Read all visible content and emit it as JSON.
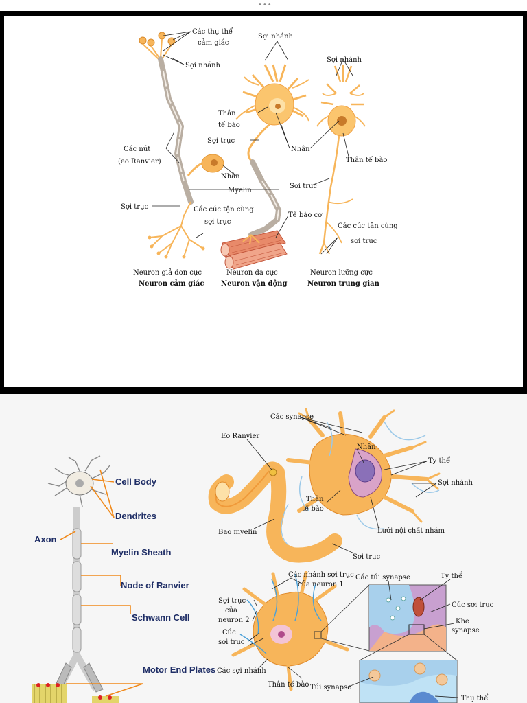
{
  "panel1": {
    "labels": {
      "sensory_receptors_1": "Các thụ thể",
      "sensory_receptors_2": "cảm giác",
      "dendrite_left": "Sợi nhánh",
      "nodes_1": "Các nút",
      "nodes_2": "(eo Ranvier)",
      "nucleus_left": "Nhân",
      "myelin": "Myelin",
      "axon_left": "Sợi trục",
      "terminals_mid_1": "Các cúc tận cùng",
      "terminals_mid_2": "sợi trục",
      "dendrite_mid": "Sợi nhánh",
      "cell_body_mid_1": "Thân",
      "cell_body_mid_2": "tế bào",
      "axon_mid": "Sợi trục",
      "nucleus_mid": "Nhân",
      "muscle_cell": "Tế bào cơ",
      "dendrite_right": "Sợi nhánh",
      "cell_body_right": "Thân tế bào",
      "axon_right": "Sợi trục",
      "terminals_right_1": "Các cúc tận cùng",
      "terminals_right_2": "sợi trục"
    },
    "captions": [
      {
        "type": "Neuron giả đơn cực",
        "role": "Neuron cảm giác"
      },
      {
        "type": "Neuron đa cực",
        "role": "Neuron vận động"
      },
      {
        "type": "Neuron lưỡng cực",
        "role": "Neuron trung gian"
      }
    ]
  },
  "panel2": {
    "english_labels": {
      "cell_body": "Cell Body",
      "dendrites": "Dendrites",
      "axon": "Axon",
      "myelin_sheath": "Myelin Sheath",
      "node_of_ranvier": "Node of Ranvier",
      "schwann_cell": "Schwann Cell",
      "motor_end_plates": "Motor End Plates"
    },
    "vn_labels": {
      "synapses": "Các synapse",
      "eo_ranvier": "Eo Ranvier",
      "nucleus": "Nhân",
      "mitochondria": "Ty thể",
      "dendrites": "Sợi nhánh",
      "cell_body_1": "Thân",
      "cell_body_2": "tế bào",
      "myelin_sheath": "Bao myelin",
      "rough_er": "Lưới nội chất nhám",
      "axon": "Sợi trục",
      "axon_branches_1": "Các nhánh sợi trục",
      "axon_branches_2": "của neuron 1",
      "synaptic_vesicles": "Các túi synapse",
      "mitochondria_2": "Ty thể",
      "axon_neuron2_1": "Sợi trục",
      "axon_neuron2_2": "của",
      "axon_neuron2_3": "neuron 2",
      "axon_bouton": "Cúc sợi trục",
      "synaptic_cleft_1": "Khe",
      "synaptic_cleft_2": "synapse",
      "boutons_1": "Cúc",
      "boutons_2": "sợi trục",
      "dendrites_2": "Các sợi nhánh",
      "cell_body_3": "Thân tế bào",
      "vesicle": "Túi synapse",
      "receptor": "Thụ thể"
    }
  },
  "colors": {
    "neuron_orange": "#f7b55a",
    "neuron_light": "#fde1a8",
    "myelin_gray": "#b9aea2",
    "english_label": "#1f2e66",
    "leader_orange": "#f08a1c"
  }
}
